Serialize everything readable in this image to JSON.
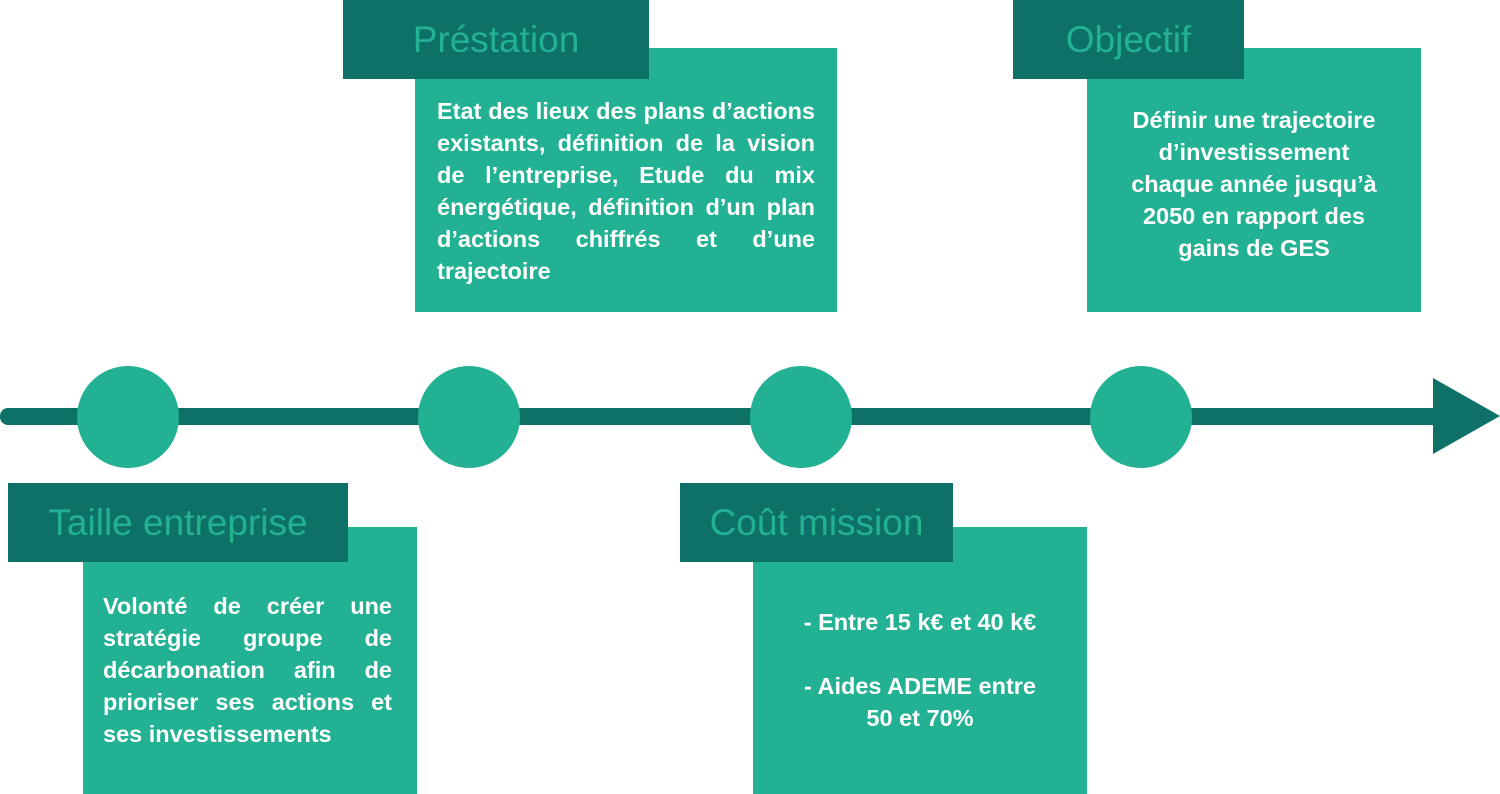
{
  "timeline": {
    "nodes": [
      {
        "id": "taille-entreprise"
      },
      {
        "id": "prestation"
      },
      {
        "id": "cout-mission"
      },
      {
        "id": "objectif"
      }
    ]
  },
  "cards": {
    "prestation": {
      "title": "Préstation",
      "body": "Etat des lieux des plans d’actions existants, définition de la vision de l’entreprise, Etude du mix énergétique, définition d’un plan d’actions chiffrés et d’une trajectoire"
    },
    "objectif": {
      "title": "Objectif",
      "lines": [
        "Définir une trajectoire",
        "d’investissement",
        "chaque année jusqu’à",
        "2050 en rapport des",
        "gains de GES"
      ]
    },
    "taille_entreprise": {
      "title": "Taille entreprise",
      "body": "Volonté de créer une stratégie groupe de décarbonation afin de prioriser ses actions et ses investissements"
    },
    "cout_mission": {
      "title": "Coût mission",
      "line1": "- Entre 15 k€ et 40 k€",
      "line2": "- Aides ADEME entre",
      "line3": "50 et 70%"
    }
  },
  "colors": {
    "dark_teal": "#0e7168",
    "light_teal": "#22b192",
    "text_white": "#ffffff"
  }
}
